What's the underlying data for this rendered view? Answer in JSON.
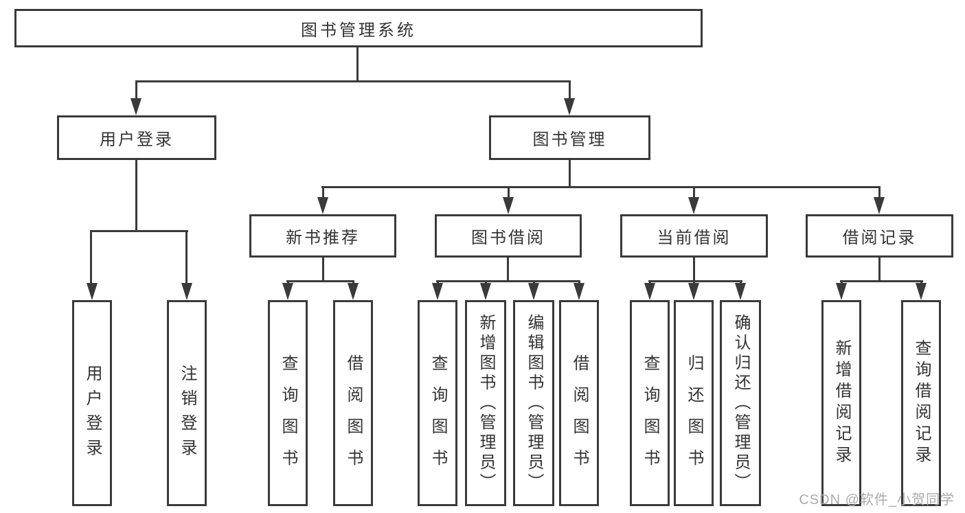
{
  "diagram_type": "hierarchy-tree",
  "colors": {
    "line": "#3a3a3a",
    "box_border": "#3a3a3a",
    "box_background": "#ffffff",
    "text": "#333333",
    "watermark": "#ababab",
    "page_background": "#ffffff"
  },
  "tree": {
    "root": {
      "label": "图书管理系统",
      "children": [
        {
          "label": "用户登录",
          "children": [
            {
              "label": "用户登录"
            },
            {
              "label": "注销登录"
            }
          ]
        },
        {
          "label": "图书管理",
          "children": [
            {
              "label": "新书推荐",
              "children": [
                {
                  "label": "查询图书"
                },
                {
                  "label": "借阅图书"
                }
              ]
            },
            {
              "label": "图书借阅",
              "children": [
                {
                  "label": "查询图书"
                },
                {
                  "label": "新增图书（管理员）"
                },
                {
                  "label": "编辑图书（管理员）"
                },
                {
                  "label": "借阅图书"
                }
              ]
            },
            {
              "label": "当前借阅",
              "children": [
                {
                  "label": "查询图书"
                },
                {
                  "label": "归还图书"
                },
                {
                  "label": "确认归还（管理员）"
                }
              ]
            },
            {
              "label": "借阅记录",
              "children": [
                {
                  "label": "新增借阅记录"
                },
                {
                  "label": "查询借阅记录"
                }
              ]
            }
          ]
        }
      ]
    }
  },
  "watermark": {
    "text": "CSDN @软件_小贺同学"
  }
}
